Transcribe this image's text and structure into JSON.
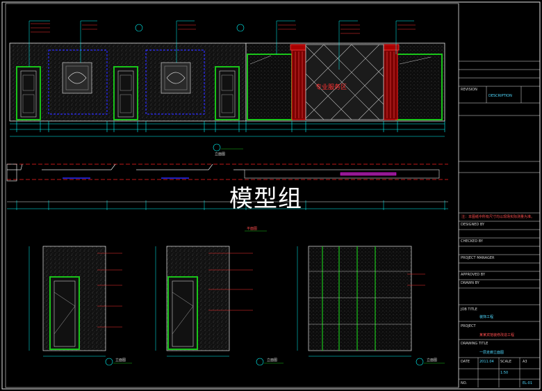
{
  "watermark": "模型组",
  "sign_text": "专业服务区",
  "title_block": {
    "project_label": "PROJECT",
    "project_name": "某某宾馆装修改造工程",
    "drawing_title_label": "DRAWING TITLE",
    "drawing_title": "一层走廊立面图",
    "job_title_label": "JOB TITLE",
    "job_title": "装饰工程",
    "date_label": "DATE",
    "date_value": "2011.04",
    "scale_label": "SCALE",
    "scale_value": "1:50",
    "drawing_no_label": "NO.",
    "drawing_no": "EL-01",
    "size_value": "A3",
    "description_label": "DESCRIPTION",
    "revision_label": "REVISION",
    "remarks": "注：本图纸中所有尺寸均以现场实际测量为准。",
    "signoffs": [
      "DESIGNED BY",
      "CHECKED BY",
      "PROJECT MANAGER",
      "APPROVED BY",
      "DRAWN BY"
    ]
  },
  "views": {
    "elevation_top": "立面图",
    "plan_strip": "平面图",
    "elevation_small_1": "立面图",
    "elevation_small_2": "立面图",
    "elevation_small_3": "立面图"
  },
  "colors": {
    "background": "#000000",
    "line_white": "#e6e6e6",
    "line_cyan": "#00ffff",
    "line_red": "#ff2020",
    "line_green": "#19c419",
    "line_blue": "#2a2aff",
    "line_yellow": "#ffff00",
    "line_magenta": "#ff00ff"
  }
}
